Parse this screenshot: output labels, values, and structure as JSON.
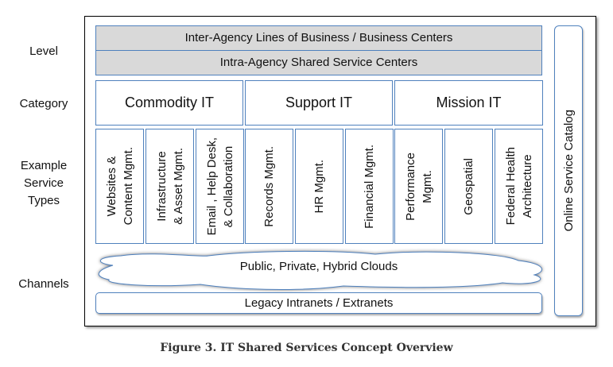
{
  "row_labels": {
    "level": "Level",
    "category": "Category",
    "service_types": "Example\nService\nTypes",
    "channels": "Channels"
  },
  "levels": [
    "Inter-Agency Lines of Business / Business Centers",
    "Intra-Agency Shared Service Centers"
  ],
  "categories": [
    "Commodity IT",
    "Support IT",
    "Mission IT"
  ],
  "services": [
    "Websites &\nContent Mgmt.",
    "Infrastructure\n& Asset Mgmt.",
    "Email , Help Desk,\n& Collaboration",
    "Records Mgmt.",
    "HR Mgmt.",
    "Financial Mgmt.",
    "Performance\nMgmt.",
    "Geospatial",
    "Federal Health\nArchitecture"
  ],
  "channels": {
    "cloud": "Public, Private, Hybrid Clouds",
    "legacy": "Legacy Intranets / Extranets"
  },
  "catalog": "Online Service Catalog",
  "caption": "Figure 3. IT Shared Services Concept Overview",
  "colors": {
    "border": "#4f81bd",
    "level_fill": "#d9d9d9"
  }
}
